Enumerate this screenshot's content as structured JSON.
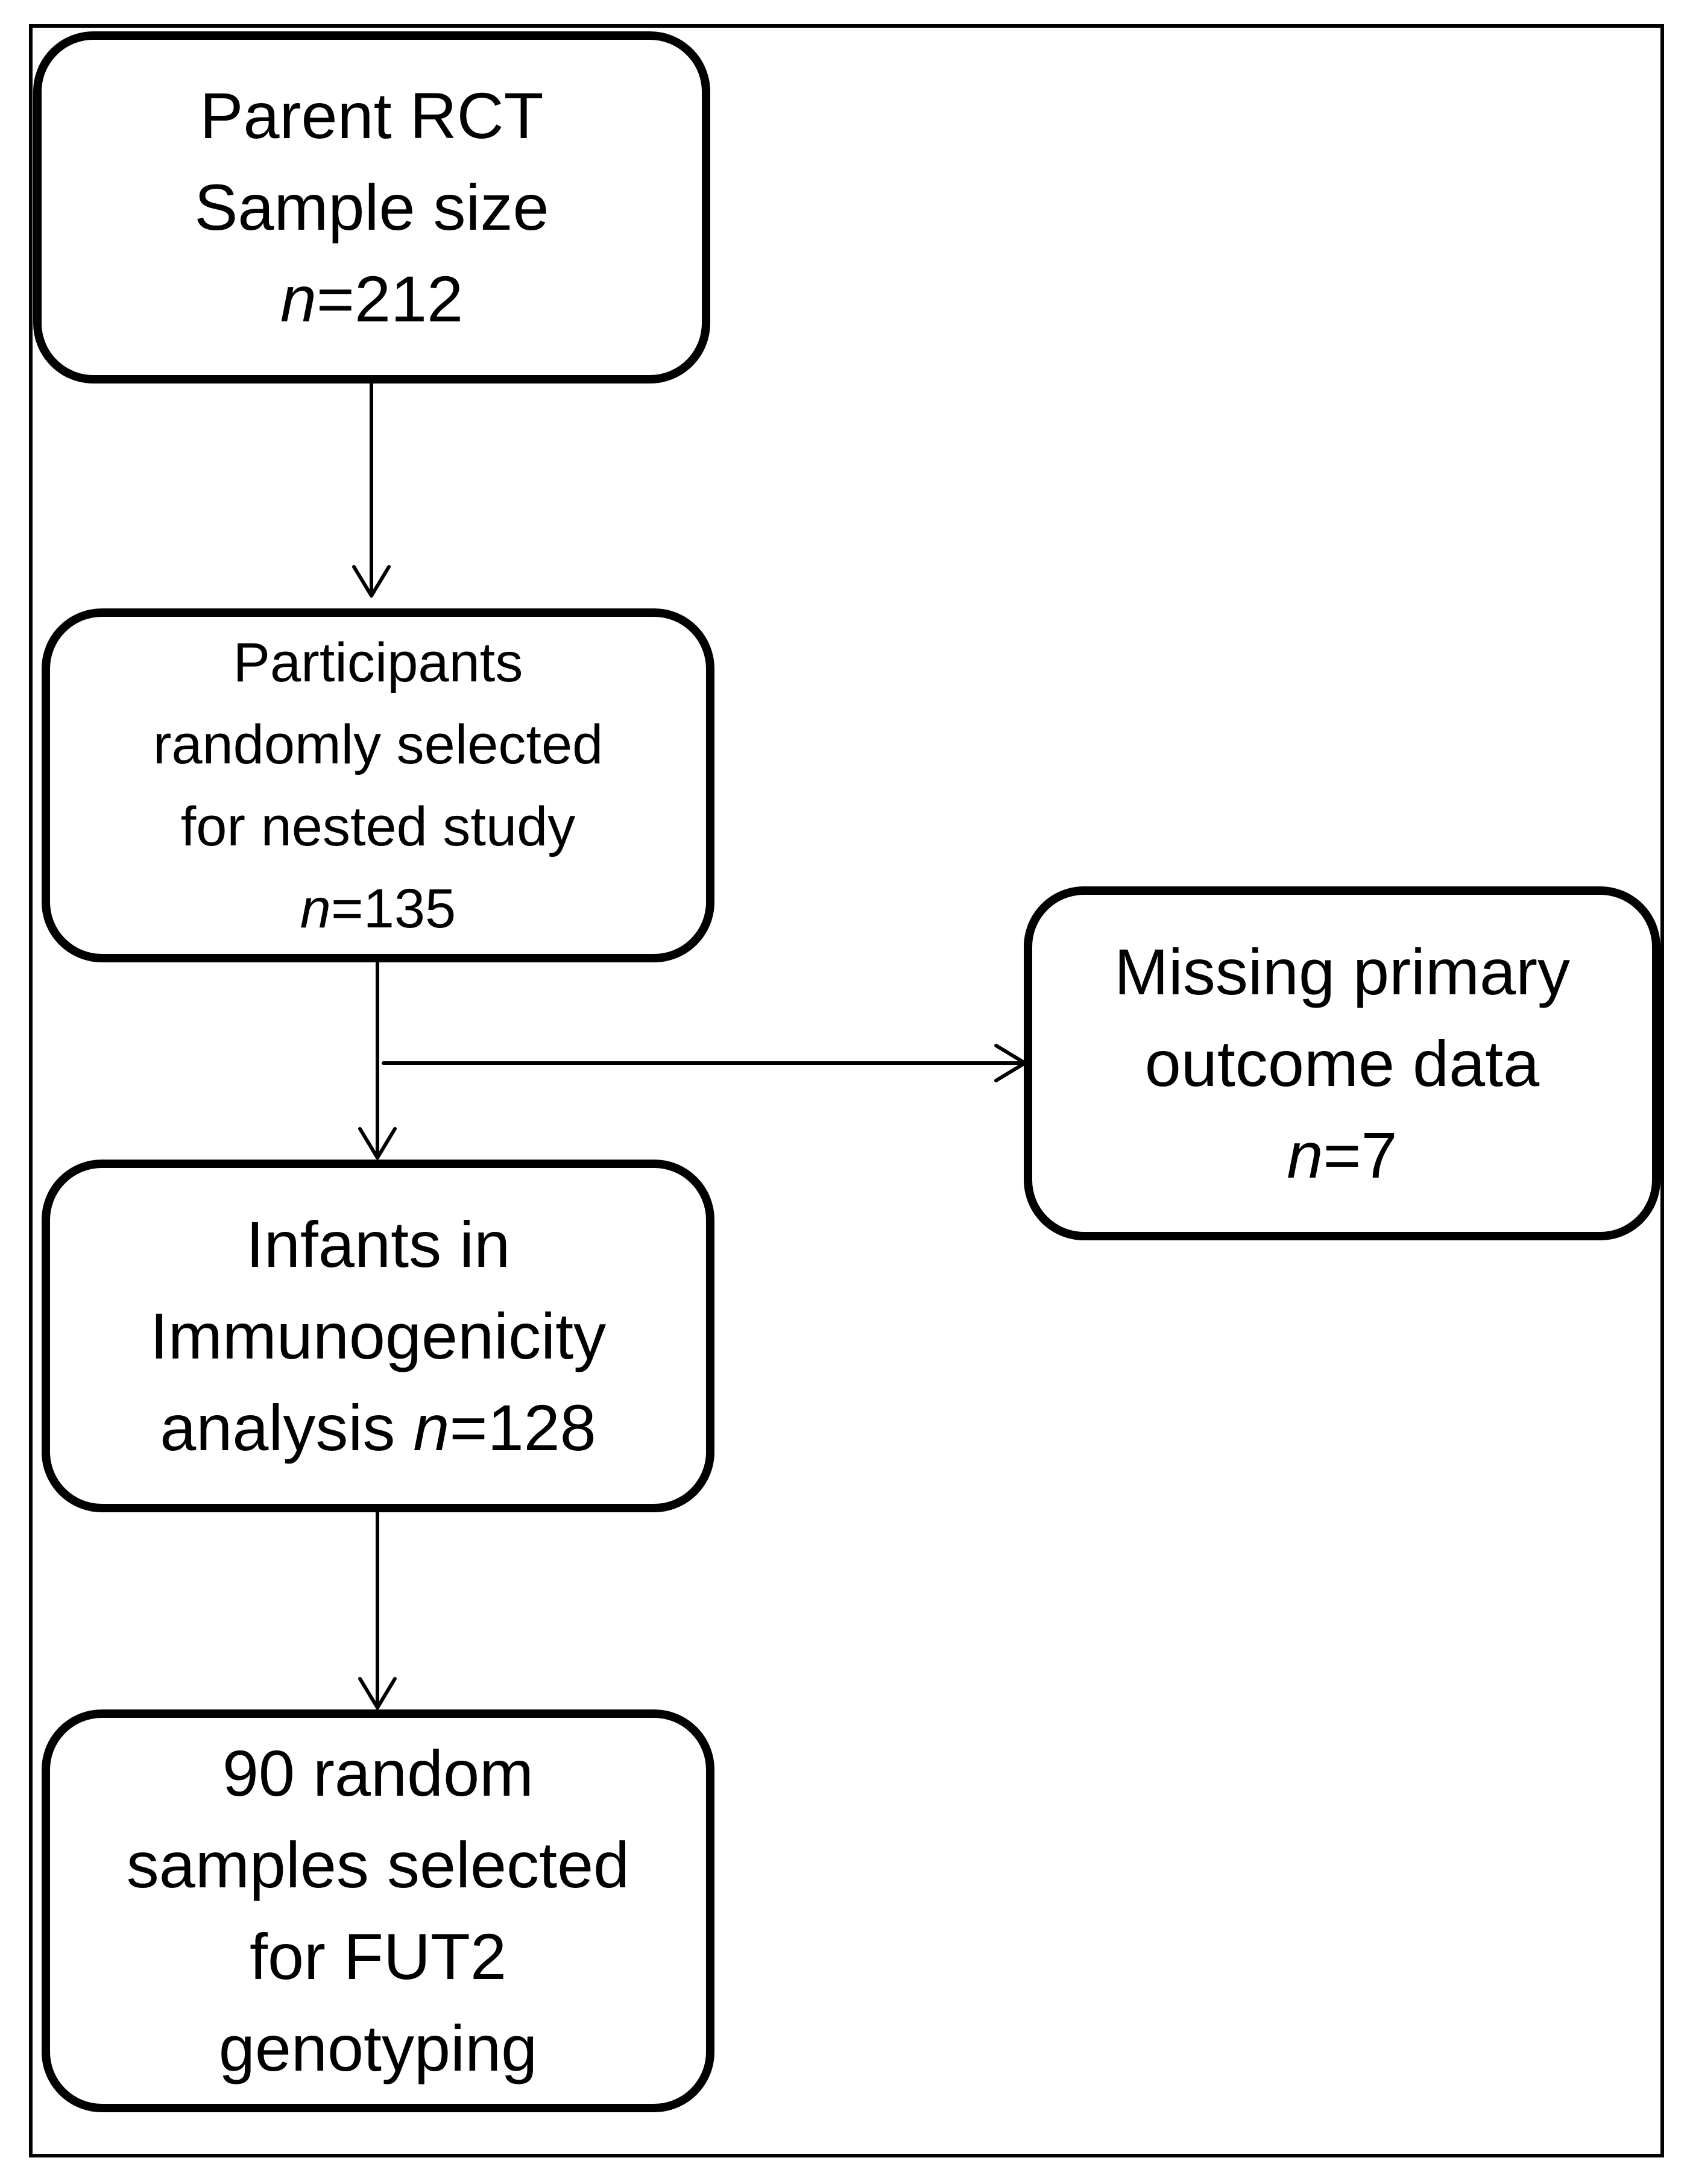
{
  "diagram": {
    "nodes": [
      {
        "id": "parent",
        "lines": [
          {
            "text": "Parent RCT"
          },
          {
            "text": "Sample size"
          },
          {
            "italic": "n",
            "text": "=212"
          }
        ]
      },
      {
        "id": "selected",
        "lines": [
          {
            "text": "Participants"
          },
          {
            "text": "randomly selected"
          },
          {
            "text": "for nested study"
          },
          {
            "italic": "n",
            "text": "=135"
          }
        ]
      },
      {
        "id": "missing",
        "lines": [
          {
            "text": "Missing primary"
          },
          {
            "text": "outcome data"
          },
          {
            "italic": "n",
            "text": "=7"
          }
        ]
      },
      {
        "id": "infants",
        "lines": [
          {
            "text": "Infants in"
          },
          {
            "text": "Immunogenicity"
          },
          {
            "prefix": "analysis ",
            "italic": "n",
            "text": "=128"
          }
        ]
      },
      {
        "id": "genotyping",
        "lines": [
          {
            "text": "90 random"
          },
          {
            "text": "samples selected"
          },
          {
            "text": "for FUT2"
          },
          {
            "text": "genotyping"
          }
        ]
      }
    ],
    "edges": [
      {
        "from": "parent",
        "to": "selected"
      },
      {
        "from": "selected",
        "to": "infants"
      },
      {
        "from": "selected",
        "to": "missing"
      },
      {
        "from": "infants",
        "to": "genotyping"
      }
    ]
  }
}
